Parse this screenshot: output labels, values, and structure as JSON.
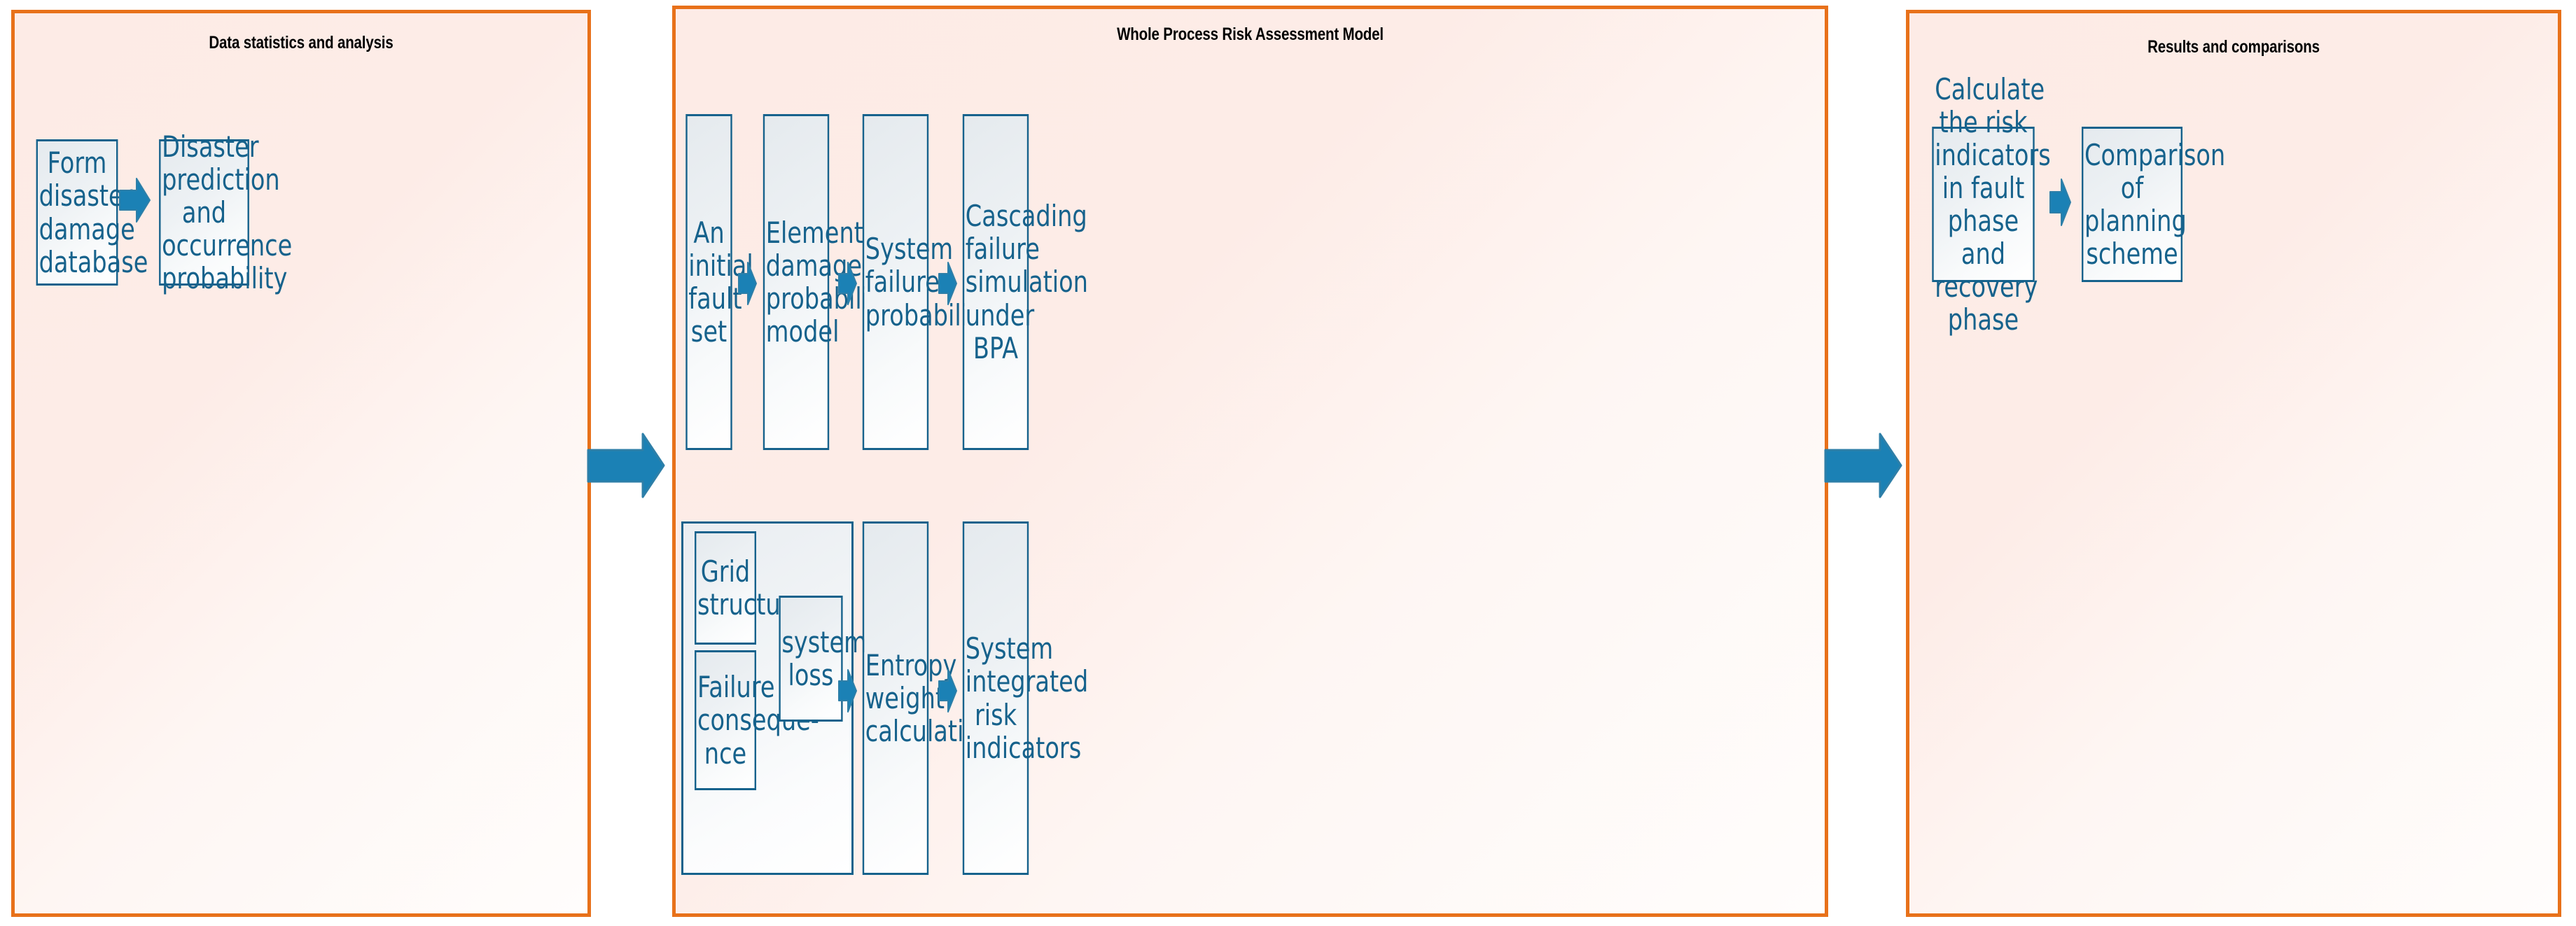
{
  "colors": {
    "panel_border": "#E8711A",
    "panel_fill": "#FDEBE6",
    "box_border": "#16628C",
    "box_text": "#16628C",
    "arrow_fill": "#1B81B5",
    "title_text": "#000000"
  },
  "panels": [
    {
      "id": "data-statistics",
      "title": "Data statistics and analysis"
    },
    {
      "id": "whole-process-model",
      "title": "Whole Process Risk Assessment Model"
    },
    {
      "id": "results-comparisons",
      "title": "Results and comparisons"
    }
  ],
  "stage1": {
    "boxes": [
      {
        "id": "form-disaster-damage-database",
        "label": "Form disaster damage database"
      },
      {
        "id": "disaster-prediction-occurrence-probability",
        "label": "Disaster prediction and occurrence probability"
      }
    ]
  },
  "stage2": {
    "top_row": [
      {
        "id": "an-initial-fault-set",
        "label": "An initial fault set"
      },
      {
        "id": "element-damage-probability-model",
        "label": "Element damage probability model"
      },
      {
        "id": "system-failure-probability",
        "label": "System failure probability"
      },
      {
        "id": "cascading-failure-simulation-under-bpa",
        "label": "Cascading failure simulation under BPA"
      }
    ],
    "bottom_row": {
      "consequence_group": {
        "id": "failure-consequence-group",
        "boxes": [
          {
            "id": "grid-structure",
            "label": "Grid structure"
          },
          {
            "id": "failure-consequence",
            "label": "Failure conseque-nce"
          },
          {
            "id": "system-loss",
            "label": "system loss"
          }
        ]
      },
      "boxes": [
        {
          "id": "entropy-weight-calculation",
          "label": "Entropy weight calculation"
        },
        {
          "id": "system-integrated-risk-indicators",
          "label": "System integrated risk indicators"
        }
      ]
    }
  },
  "stage3": {
    "boxes": [
      {
        "id": "calculate-risk-indicators",
        "label": "Calculate the risk indicators in fault phase and recovery phase"
      },
      {
        "id": "comparison-of-planning-scheme",
        "label": "Comparison of planning scheme"
      }
    ]
  },
  "arrows": {
    "stage1_internal": "right-arrow",
    "stage1_to_stage2": "right-arrow",
    "stage2_top_1": "right-arrow",
    "stage2_top_2": "right-arrow",
    "stage2_top_3": "right-arrow",
    "stage2_bottom_1": "right-arrow",
    "stage2_bottom_2": "right-arrow",
    "stage2_to_stage3": "right-arrow",
    "stage3_internal": "right-arrow"
  }
}
